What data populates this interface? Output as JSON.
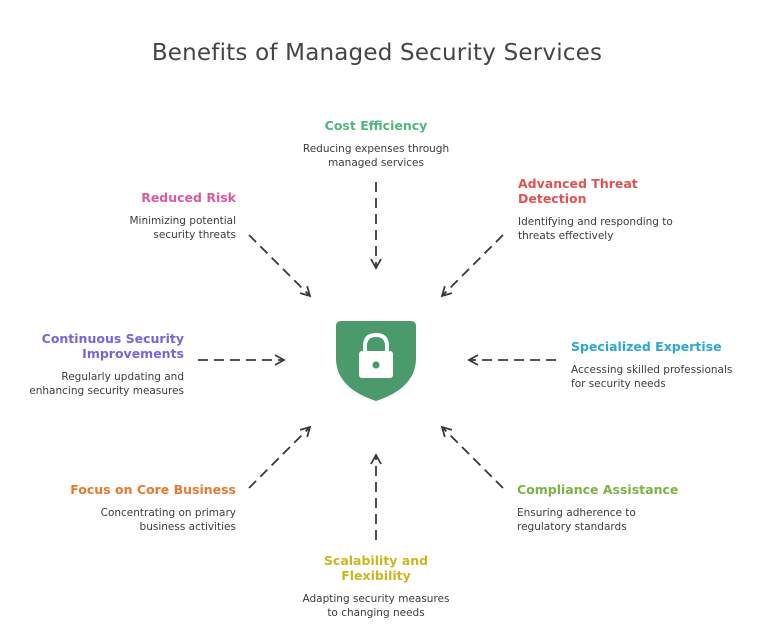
{
  "title": "Benefits of Managed Security Services",
  "center_icon": "shield-lock-icon",
  "colors": {
    "shield": "#4a9a6b",
    "lock": "#ffffff",
    "arrow": "#3a3a3a"
  },
  "benefits": [
    {
      "id": "cost-efficiency",
      "title": "Cost Efficiency",
      "description": "Reducing expenses through managed services",
      "color": "#4cb87a"
    },
    {
      "id": "advanced-threat-detection",
      "title": "Advanced Threat Detection",
      "description": "Identifying and responding to threats effectively",
      "color": "#e05252"
    },
    {
      "id": "specialized-expertise",
      "title": "Specialized Expertise",
      "description": "Accessing skilled professionals for security needs",
      "color": "#2aa7d6"
    },
    {
      "id": "compliance-assistance",
      "title": "Compliance Assistance",
      "description": "Ensuring adherence to regulatory standards",
      "color": "#7cb342"
    },
    {
      "id": "scalability-flexibility",
      "title": "Scalability and Flexibility",
      "description": "Adapting security measures to changing needs",
      "color": "#cdb51c"
    },
    {
      "id": "focus-core-business",
      "title": "Focus on Core Business",
      "description": "Concentrating on primary business activities",
      "color": "#e8792b"
    },
    {
      "id": "continuous-improvements",
      "title": "Continuous Security Improvements",
      "description": "Regularly updating and enhancing security measures",
      "color": "#7b61e0"
    },
    {
      "id": "reduced-risk",
      "title": "Reduced Risk",
      "description": "Minimizing potential security threats",
      "color": "#e0579e"
    }
  ]
}
